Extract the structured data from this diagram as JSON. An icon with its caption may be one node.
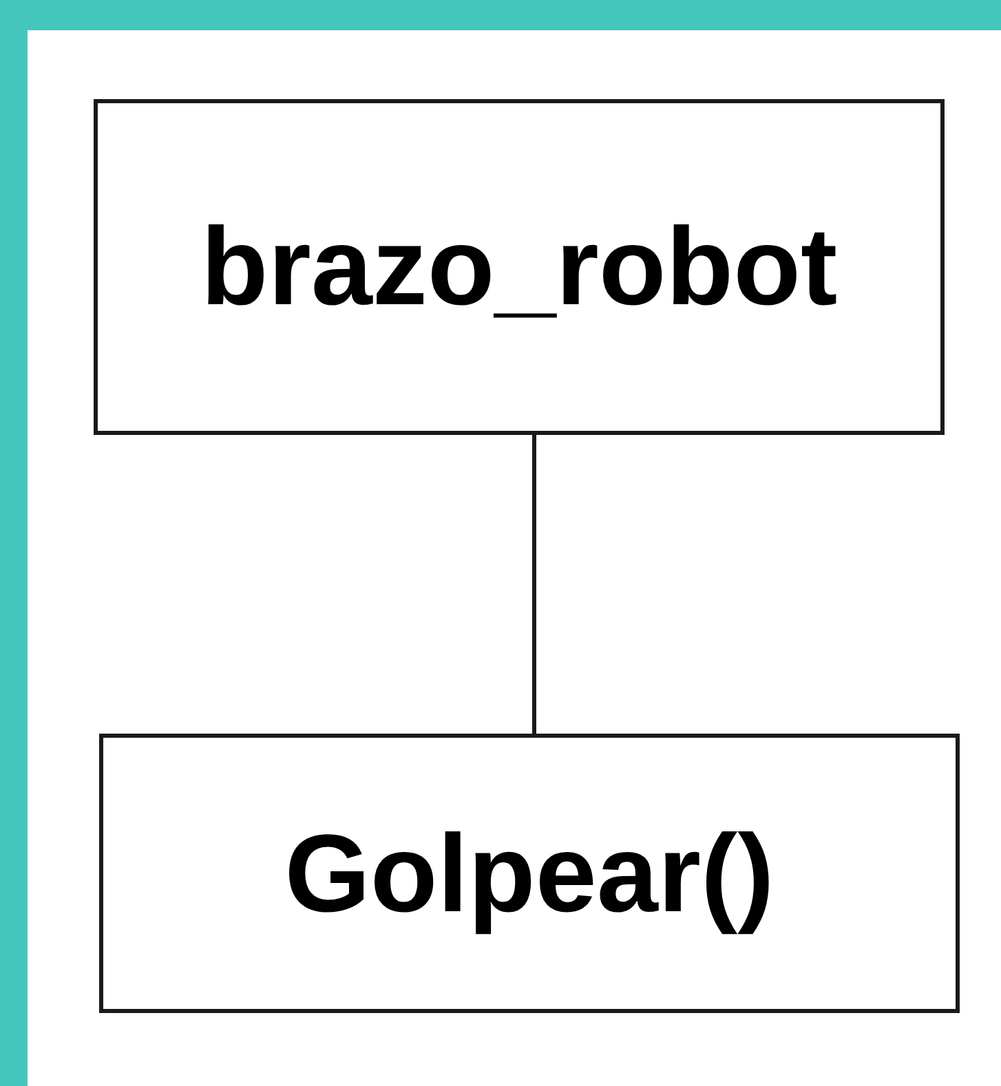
{
  "diagram": {
    "nodes": [
      {
        "text": [
          "brazo_robot"
        ]
      },
      {
        "text": [
          "Golpear()"
        ]
      }
    ],
    "edges": [
      {
        "from": 0,
        "to": 1,
        "arrow": "none"
      }
    ]
  }
}
